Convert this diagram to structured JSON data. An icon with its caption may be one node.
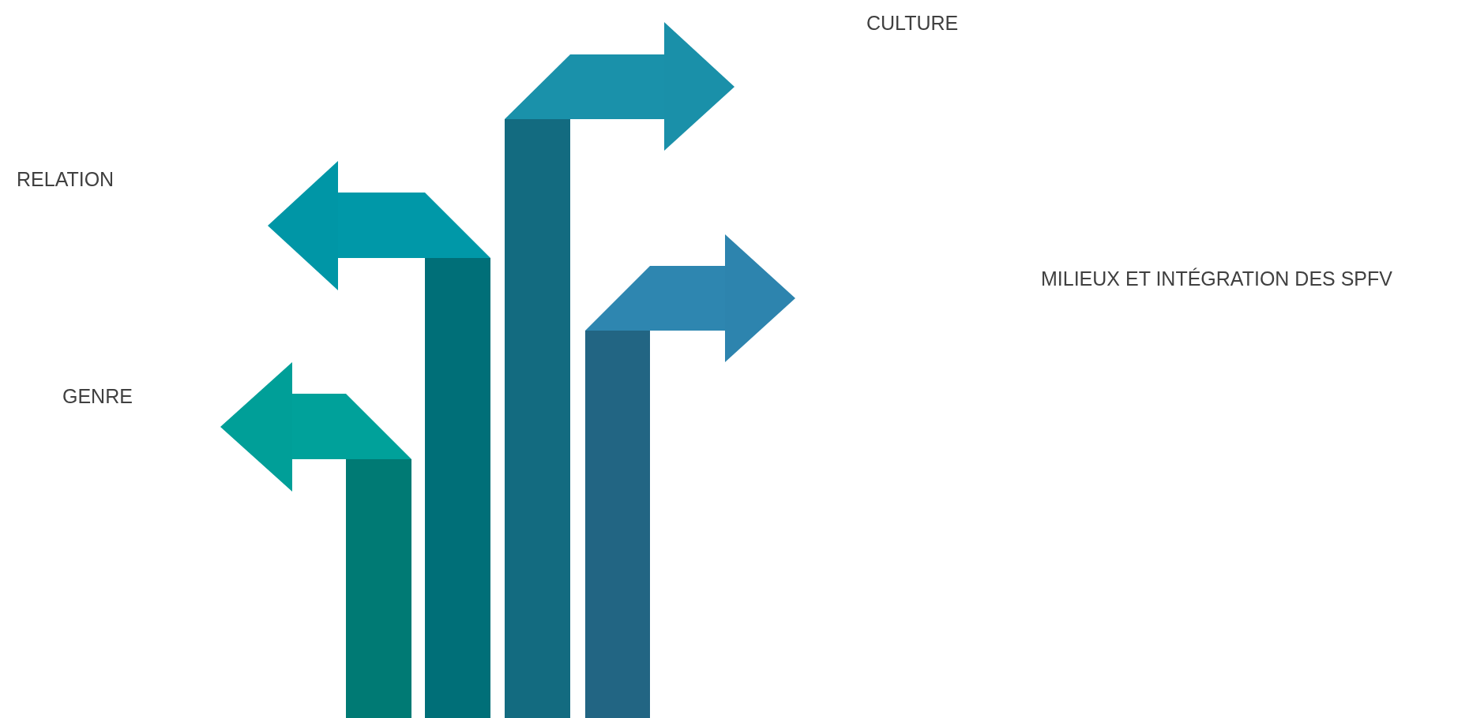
{
  "diagram": {
    "labels": [
      "CULTURE",
      "RELATION",
      "MILIEUX ET INTÉGRATION DES SPFV",
      "GENRE"
    ]
  }
}
